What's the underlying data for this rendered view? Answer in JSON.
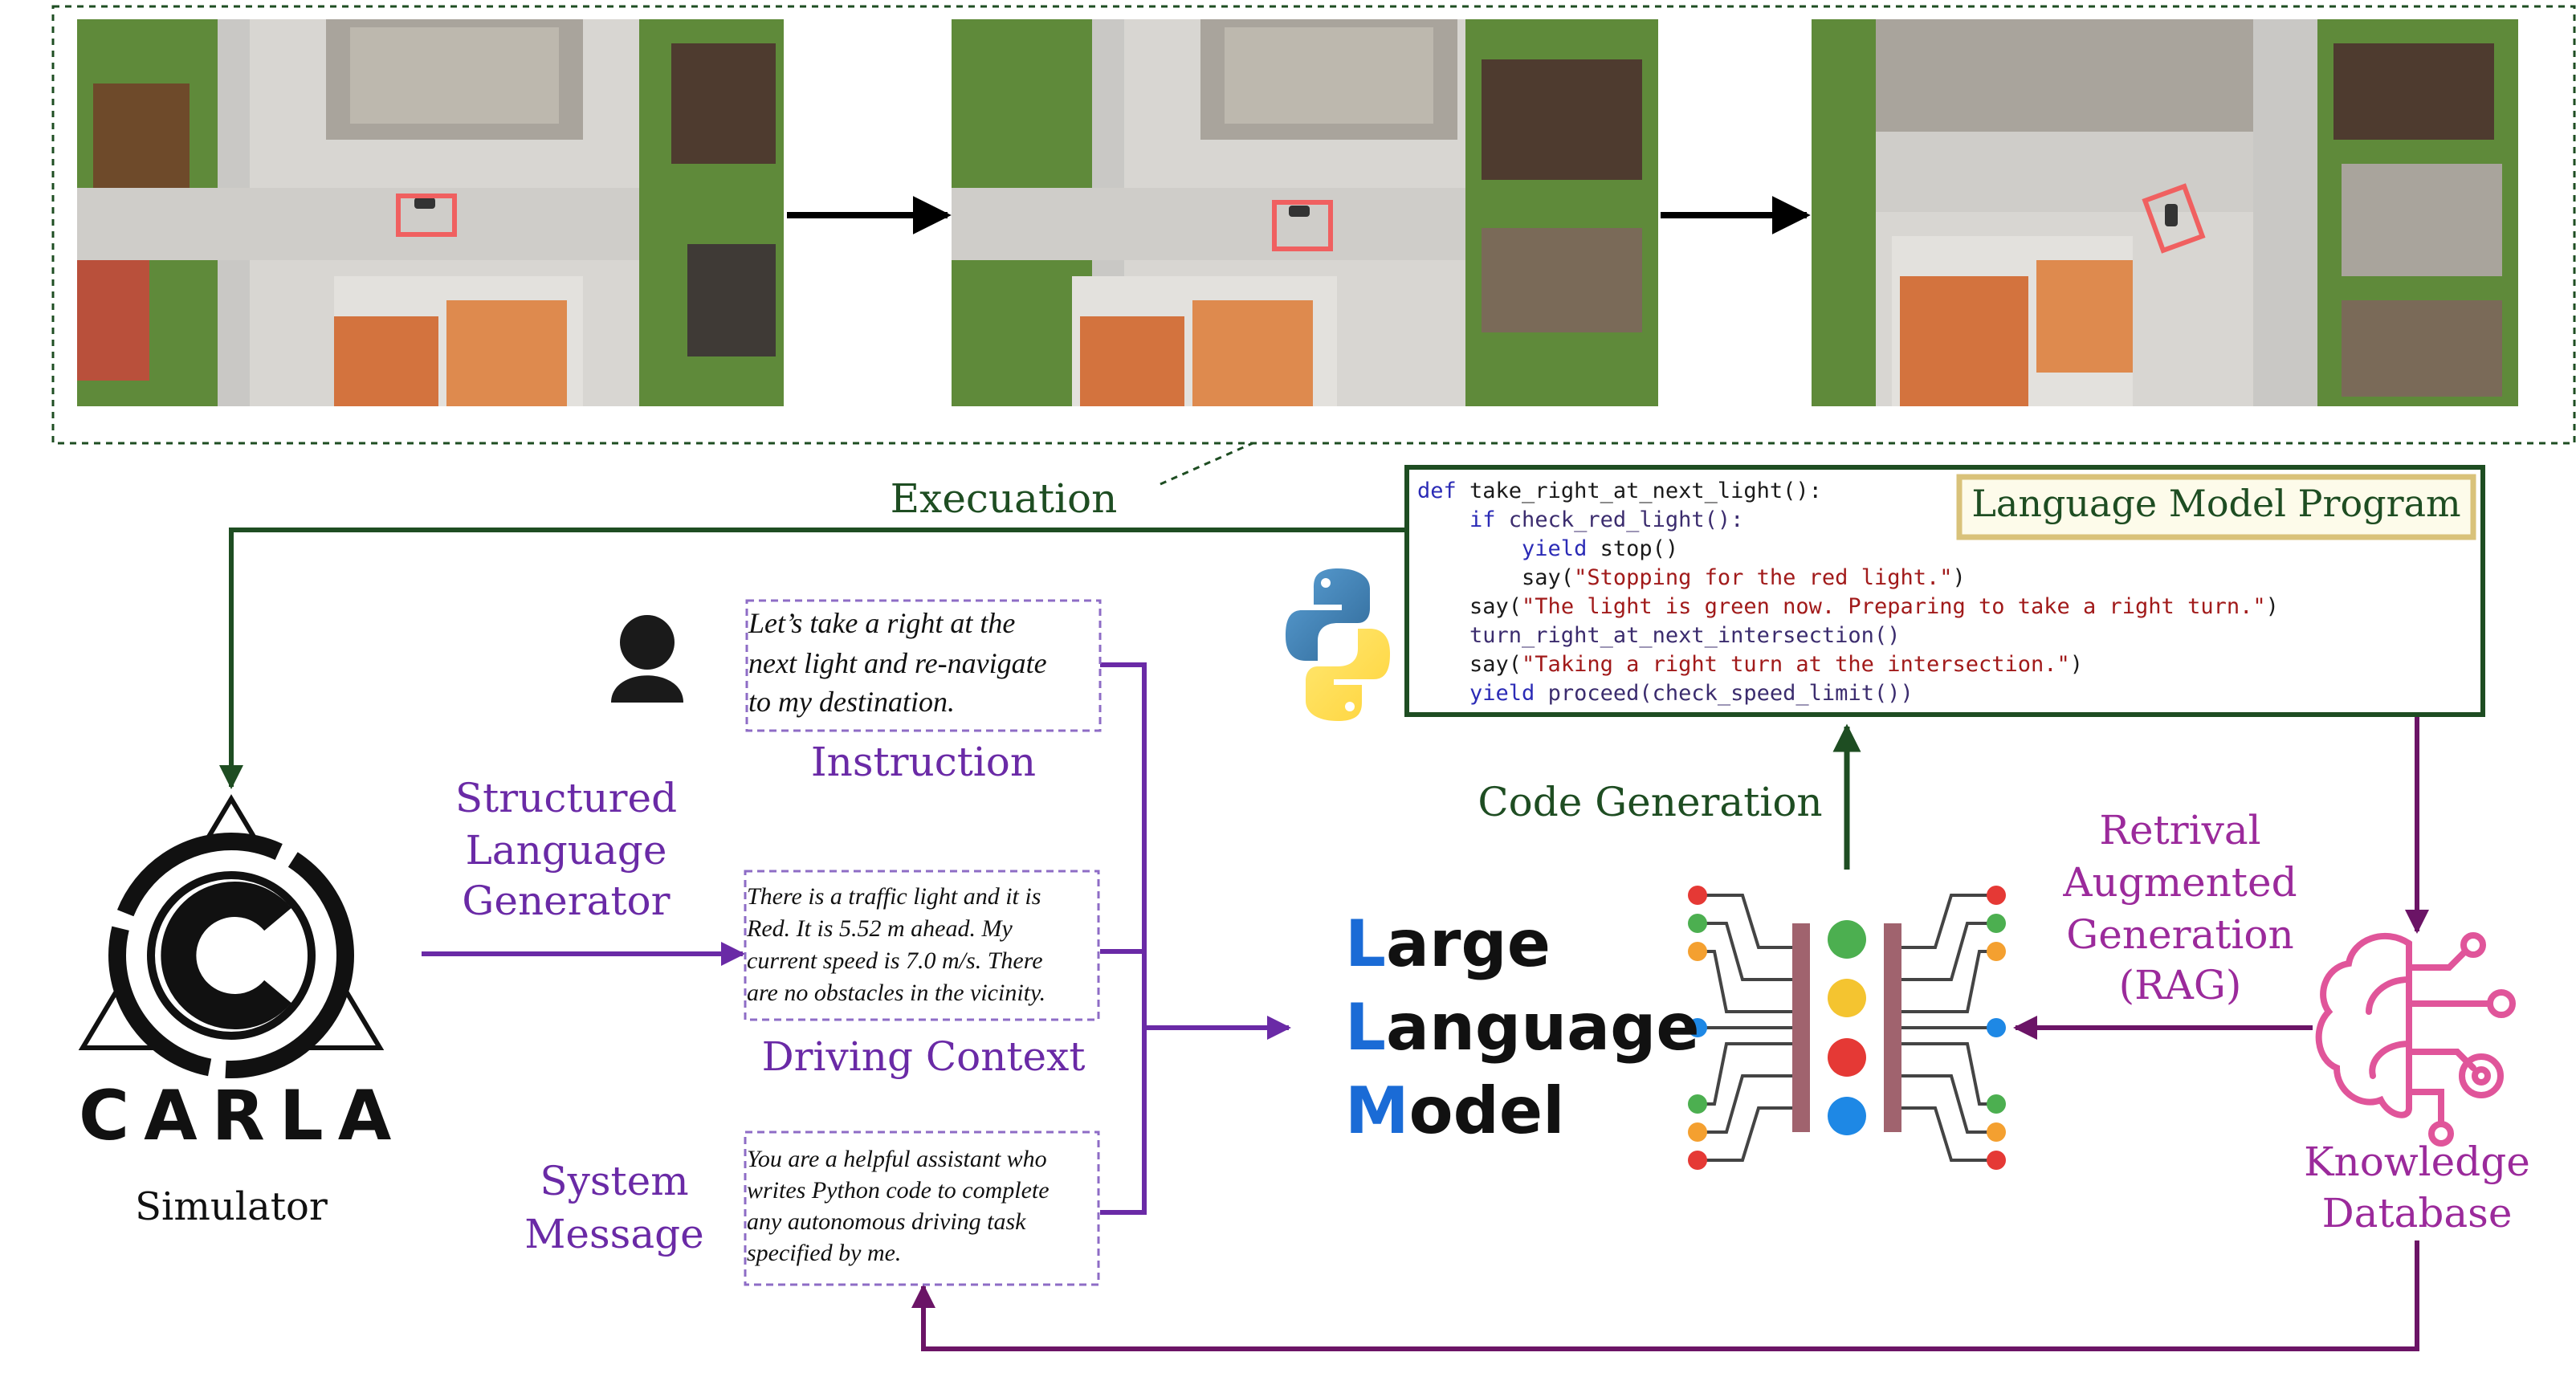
{
  "colors": {
    "green": "#1e4d22",
    "purple": "#6a2aa6",
    "dark_purple": "#6b1466",
    "magenta": "#9b2a9b",
    "blue": "#1a6bd6",
    "gold": "#d9c27a",
    "red_box": "#f06060"
  },
  "scene_frames": [
    {
      "name": "frame-1",
      "has_highlight": true
    },
    {
      "name": "frame-2",
      "has_highlight": true
    },
    {
      "name": "frame-3",
      "has_highlight": true
    }
  ],
  "labels": {
    "execution": "Execuation",
    "simulator": "Simulator",
    "carla": "CARLA",
    "structured_line1": "Structured",
    "structured_line2": "Language",
    "structured_line3": "Generator",
    "system_line1": "System",
    "system_line2": "Message",
    "instruction": "Instruction",
    "driving_context": "Driving Context",
    "code_generation": "Code Generation",
    "rag_line1": "Retrival",
    "rag_line2": "Augmented",
    "rag_line3": "Generation",
    "rag_line4": "(RAG)",
    "kb_line1": "Knowledge",
    "kb_line2": "Database",
    "lmp_title": "Language Model Program",
    "llm_line1_cap": "L",
    "llm_line1_rest": "arge",
    "llm_line2_cap": "L",
    "llm_line2_rest": "anguage",
    "llm_line3_cap": "M",
    "llm_line3_rest": "odel"
  },
  "boxes": {
    "instruction": [
      "Let’s take a right at the",
      "next light and re-navigate",
      "to my destination."
    ],
    "driving_context": [
      "There is a traffic light and it is",
      "Red. It is 5.52 m ahead. My",
      "current speed is 7.0 m/s. There",
      "are no obstacles in the vicinity."
    ],
    "system_message": [
      "You are a helpful assistant who",
      "writes Python code to complete",
      "any autonomous driving task",
      "specified by me."
    ]
  },
  "code": {
    "l1_kw": "def",
    "l1_rest": " take_right_at_next_light():",
    "l2_kw": "    if",
    "l2_rest": " check_red_light():",
    "l3_kw": "        yield",
    "l3_rest": " stop()",
    "l4_fn": "        say(",
    "l4_str": "\"Stopping for the red light.\"",
    "l4_end": ")",
    "l5_fn": "    say(",
    "l5_str": "\"The light is green now. Preparing to take a right turn.\"",
    "l5_end": ")",
    "l6": "    turn_right_at_next_intersection()",
    "l7_fn": "    say(",
    "l7_str": "\"Taking a right turn at the intersection.\"",
    "l7_end": ")",
    "l8_kw": "    yield",
    "l8_rest": " proceed(check_speed_limit())"
  },
  "icons": [
    "person-icon",
    "python-icon",
    "carla-logo",
    "neural-network-icon",
    "brain-icon"
  ]
}
